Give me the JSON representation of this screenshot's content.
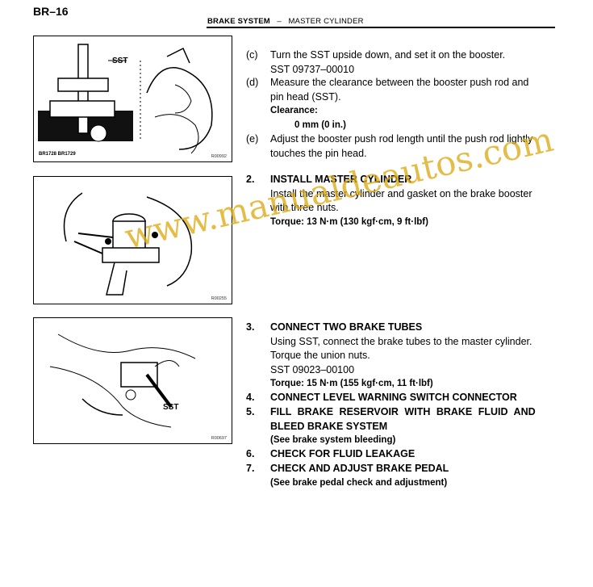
{
  "header": {
    "page_number": "BR–16",
    "section": "BRAKE SYSTEM",
    "separator": "–",
    "subsection": "MASTER CYLINDER"
  },
  "figures": [
    {
      "labels": [
        "SST"
      ],
      "caption_left": "BR1728 BR1729",
      "code": "R00992"
    },
    {
      "labels": [],
      "code": "R00255"
    },
    {
      "labels": [
        "SST"
      ],
      "code": "R00697"
    }
  ],
  "steps": {
    "c": {
      "letter": "(c)",
      "line1": "Turn the SST upside down, and set it on the booster.",
      "line2": "SST 09737–00010"
    },
    "d": {
      "letter": "(d)",
      "line1": "Measure the clearance between the booster push rod and",
      "line2": "pin head (SST).",
      "clearance_label": "Clearance:",
      "clearance_value": "0 mm (0 in.)"
    },
    "e": {
      "letter": "(e)",
      "line1": "Adjust the booster push rod length until the push rod lightly",
      "line2": "touches the pin head."
    },
    "s2": {
      "num": "2.",
      "title": "INSTALL MASTER CYLINDER",
      "line1": "Install the master cylinder and gasket on the brake booster",
      "line2": "with three nuts.",
      "torque": "Torque: 13 N·m (130 kgf·cm, 9 ft·lbf)"
    },
    "s3": {
      "num": "3.",
      "title": "CONNECT TWO BRAKE TUBES",
      "line1": "Using SST, connect the brake tubes to the master cylinder.",
      "line2": "Torque the union nuts.",
      "line3": "SST 09023–00100",
      "torque": "Torque: 15 N·m (155 kgf·cm, 11 ft·lbf)"
    },
    "s4": {
      "num": "4.",
      "title": "CONNECT LEVEL WARNING SWITCH CONNECTOR"
    },
    "s5": {
      "num": "5.",
      "title1": "FILL BRAKE RESERVOIR WITH BRAKE FLUID AND",
      "title2": "BLEED BRAKE SYSTEM",
      "note": "(See brake system bleeding)"
    },
    "s6": {
      "num": "6.",
      "title": "CHECK FOR FLUID LEAKAGE"
    },
    "s7": {
      "num": "7.",
      "title": "CHECK AND ADJUST BRAKE PEDAL",
      "note": "(See brake pedal check and adjustment)"
    }
  },
  "watermark": "www.manualdeautos.com"
}
